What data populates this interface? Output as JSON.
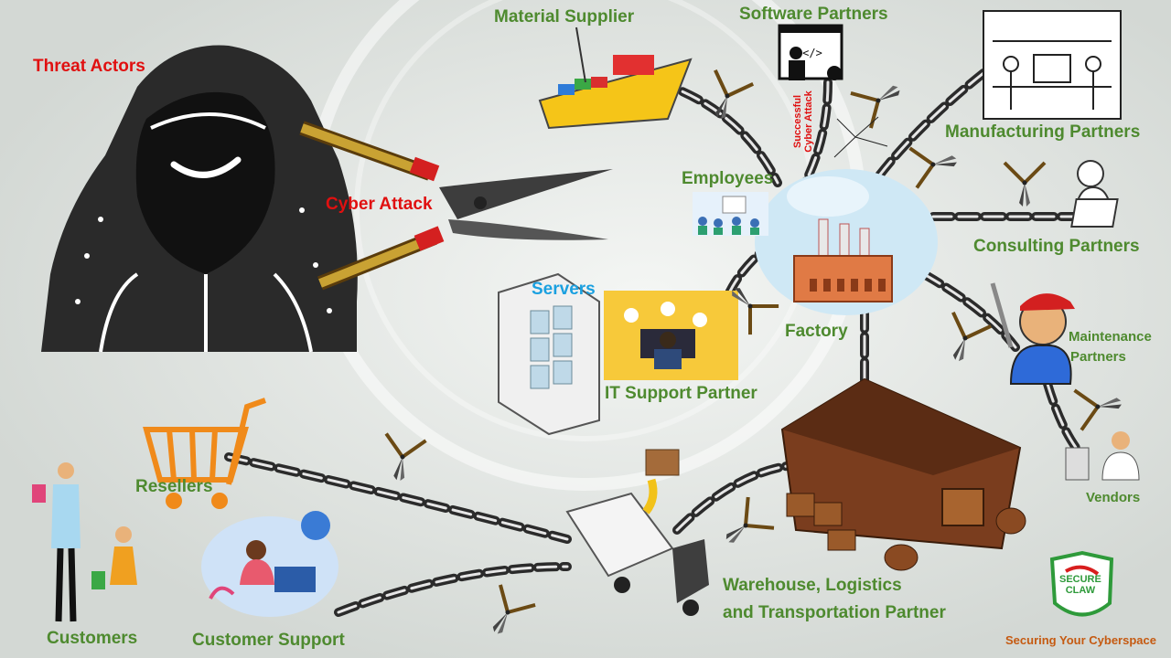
{
  "labels": {
    "threat_actors": "Threat Actors",
    "cyber_attack": "Cyber Attack",
    "material_supplier": "Material Supplier",
    "software_partners": "Software Partners",
    "successful_attack_line1": "Successful",
    "successful_attack_line2": "Cyber Attack",
    "manufacturing_partners": "Manufacturing Partners",
    "employees": "Employees",
    "consulting_partners": "Consulting Partners",
    "servers": "Servers",
    "factory": "Factory",
    "maintenance_line1": "Maintenance",
    "maintenance_line2": "Partners",
    "it_support": "IT Support Partner",
    "resellers": "Resellers",
    "vendors": "Vendors",
    "customers": "Customers",
    "customer_support": "Customer Support",
    "warehouse_line1": "Warehouse, Logistics",
    "warehouse_line2": "and Transportation Partner",
    "logo_line1": "SECURE",
    "logo_line2": "CLAW",
    "tagline": "Securing Your Cyberspace"
  },
  "colors": {
    "label_green": "#4e8a2f",
    "label_red": "#e01010",
    "label_blue": "#1aa0e0",
    "tagline_orange": "#c55a11",
    "logo_green": "#2e9a3a",
    "logo_red": "#d81e1e"
  },
  "icons": [
    "hooded-hacker-icon",
    "pruning-shears-icon",
    "cargo-ship-icon",
    "software-developer-icon",
    "factory-workers-icon",
    "consultant-icon",
    "factory-icon",
    "employees-meeting-icon",
    "server-rack-icon",
    "it-support-icon",
    "mechanic-icon",
    "vendor-icon",
    "warehouse-barn-icon",
    "delivery-truck-icon",
    "delivery-person-icon",
    "shopping-cart-icon",
    "customers-icon",
    "customer-support-icon",
    "shield-logo-icon",
    "chain-icon"
  ]
}
